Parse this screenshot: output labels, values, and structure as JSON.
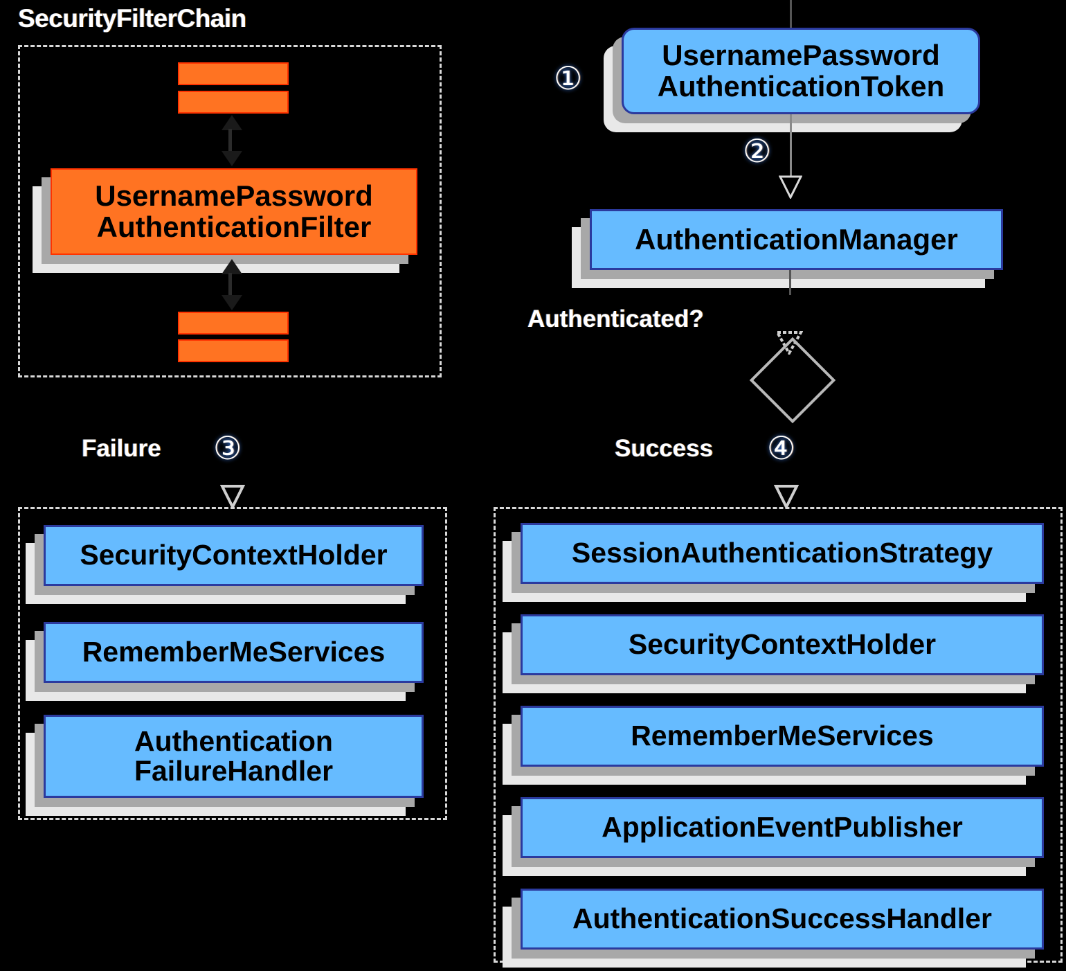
{
  "diagram": {
    "title": "Spring Security UsernamePasswordAuthenticationFilter flow",
    "colors": {
      "background": "#000000",
      "blue_fill": "#66bbff",
      "blue_border": "#2b3a9e",
      "orange_fill": "#ff7322",
      "orange_border": "#ff3300",
      "shadow_near": "#a8a8a8",
      "shadow_far": "#e8e8e8",
      "dashed_border": "#d8d8d8",
      "label_text": "#ffffff"
    }
  },
  "filter_chain": {
    "title": "SecurityFilterChain",
    "bars": [
      {
        "name": "filter-bar-top-1"
      },
      {
        "name": "filter-bar-top-2"
      },
      {
        "name": "filter-bar-bottom-1"
      },
      {
        "name": "filter-bar-bottom-2"
      }
    ],
    "filter_node": {
      "line1": "UsernamePassword",
      "line2": "AuthenticationFilter"
    }
  },
  "auth_flow": {
    "token_node": {
      "line1": "UsernamePassword",
      "line2": "AuthenticationToken"
    },
    "manager_node": "AuthenticationManager",
    "decision_label": "Authenticated?",
    "steps": {
      "step1": "①",
      "step2": "②",
      "step3": "③",
      "step4": "④"
    }
  },
  "failure_branch": {
    "label": "Failure",
    "step": "③",
    "items": [
      {
        "line1": "SecurityContextHolder",
        "line2": ""
      },
      {
        "line1": "RememberMeServices",
        "line2": ""
      },
      {
        "line1": "Authentication",
        "line2": "FailureHandler"
      }
    ]
  },
  "success_branch": {
    "label": "Success",
    "step": "④",
    "items": [
      {
        "line1": "SessionAuthenticationStrategy",
        "line2": ""
      },
      {
        "line1": "SecurityContextHolder",
        "line2": ""
      },
      {
        "line1": "RememberMeServices",
        "line2": ""
      },
      {
        "line1": "ApplicationEventPublisher",
        "line2": ""
      },
      {
        "line1": "AuthenticationSuccessHandler",
        "line2": ""
      }
    ]
  }
}
